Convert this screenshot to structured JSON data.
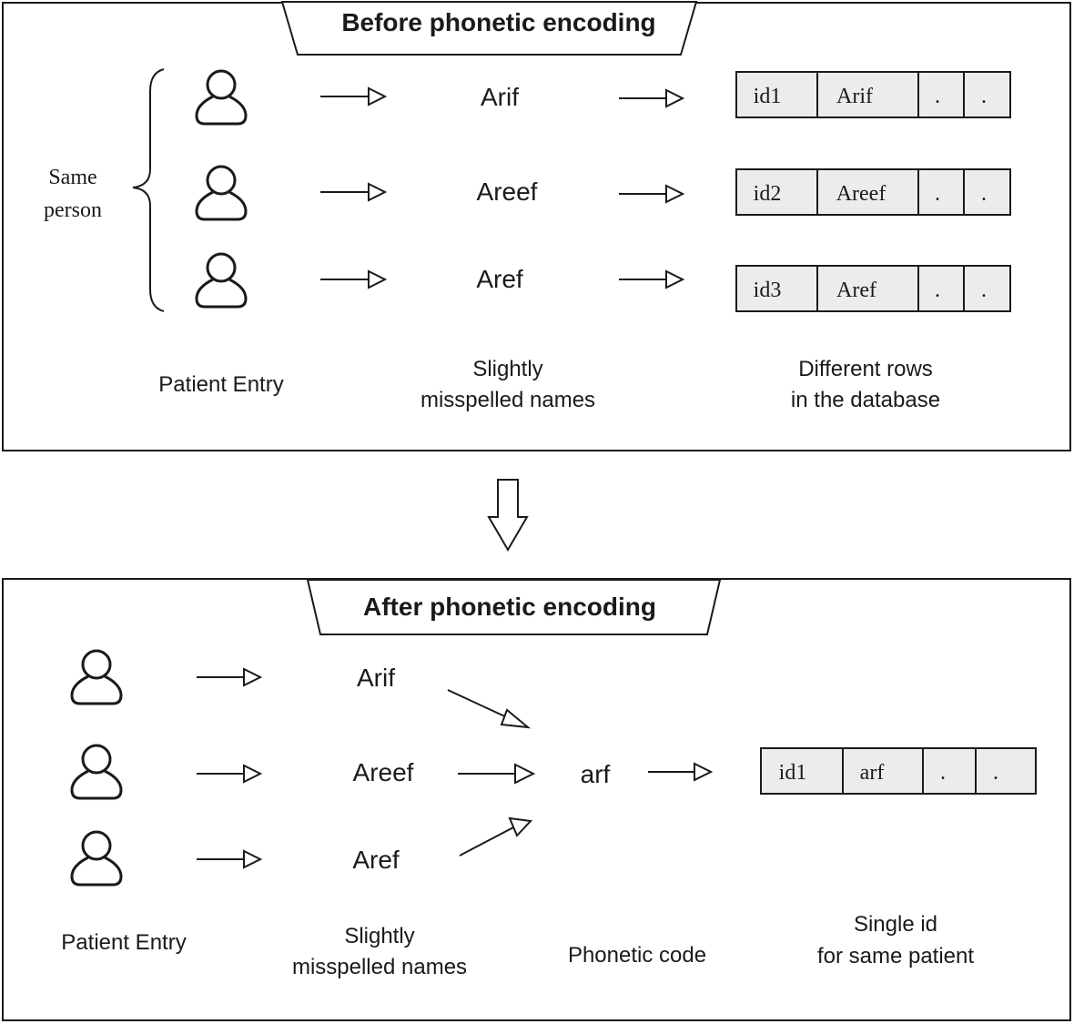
{
  "before": {
    "title": "Before phonetic encoding",
    "same_person_line1": "Same",
    "same_person_line2": "person",
    "names": [
      "Arif",
      "Areef",
      "Aref"
    ],
    "rows": [
      [
        "id1",
        "Arif",
        ".",
        "."
      ],
      [
        "id2",
        "Areef",
        ".",
        "."
      ],
      [
        "id3",
        "Aref",
        ".",
        "."
      ]
    ],
    "label_patient": "Patient Entry",
    "label_names_line1": "Slightly",
    "label_names_line2": "misspelled names",
    "label_rows_line1": "Different rows",
    "label_rows_line2": "in the database"
  },
  "after": {
    "title": "After phonetic encoding",
    "names": [
      "Arif",
      "Areef",
      "Aref"
    ],
    "code": "arf",
    "row": [
      "id1",
      "arf",
      ".",
      "."
    ],
    "label_patient": "Patient Entry",
    "label_names_line1": "Slightly",
    "label_names_line2": "misspelled names",
    "label_code": "Phonetic code",
    "label_single_line1": "Single id",
    "label_single_line2": "for same patient"
  },
  "colors": {
    "cell_fill": "#ececec",
    "stroke": "#1a1a1a"
  }
}
